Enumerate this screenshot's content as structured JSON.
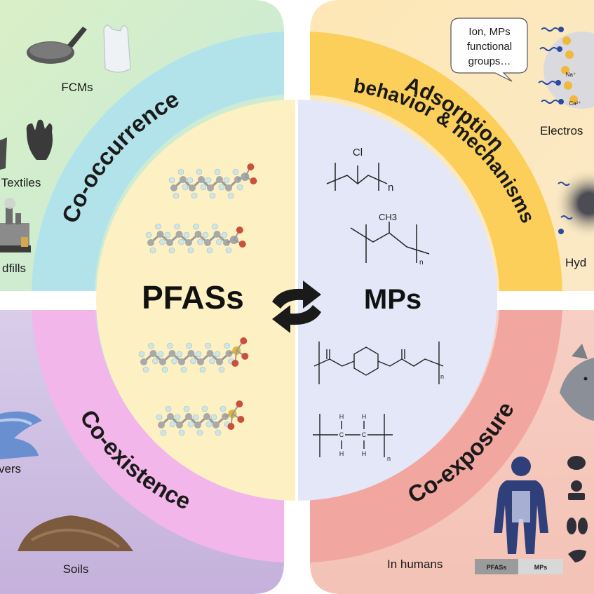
{
  "center": {
    "left_label": "PFASs",
    "right_label": "MPs",
    "polymer_labels": {
      "pvc_atom": "Cl",
      "n": "n",
      "pp_group": "CH3",
      "h": "H",
      "c": "C"
    }
  },
  "quadrants": {
    "co_occurrence": {
      "title": "Co-occurrence",
      "items": [
        "FCMs",
        "Textiles",
        "dfills"
      ]
    },
    "adsorption": {
      "title_line1": "Adsorption",
      "title_line2": "behavior & mechanisms",
      "bubble_lines": [
        "Ion, MPs",
        "functional",
        "groups…"
      ],
      "items": [
        "Electros",
        "Hyd"
      ],
      "ion_labels": [
        "Na⁺",
        "Ca²⁺"
      ]
    },
    "co_existence": {
      "title": "Co-existence",
      "items": [
        "vers",
        "Soils"
      ]
    },
    "co_exposure": {
      "title": "Co-exposure",
      "humans_label": "In humans",
      "legend": [
        "PFASs",
        "MPs"
      ]
    }
  },
  "colors": {
    "co_occurrence": "#b3e3ea",
    "adsorption": "#fbcf5a",
    "co_existence": "#f3b6ea",
    "co_exposure": "#f2a6a0",
    "pfas_center": "#fdf1c4",
    "mps_center": "#e3e7f7"
  },
  "icons": [
    "frying-pan-icon",
    "plastic-bag-icon",
    "gloves-icon",
    "factory-icon",
    "river-icon",
    "soil-pile-icon",
    "fish-icon",
    "human-body-icon",
    "brain-icon",
    "skeleton-icon",
    "lungs-icon",
    "liver-icon",
    "exchange-arrows-icon"
  ]
}
